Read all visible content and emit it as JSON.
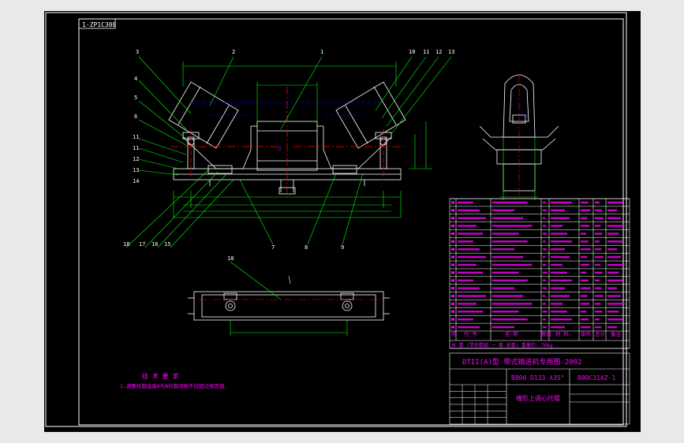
{
  "drawing_number_tag": "1-ZP1C308",
  "callouts": {
    "top": [
      "3",
      "2",
      "1",
      "10",
      "11",
      "12",
      "13"
    ],
    "left": [
      "4",
      "5",
      "6",
      "11",
      "11",
      "12",
      "13",
      "14"
    ],
    "bottom_left": [
      "18",
      "17",
      "16",
      "15"
    ],
    "bottom": [
      "7",
      "8",
      "9"
    ],
    "plan_view": "18"
  },
  "tech_req": {
    "title": "技 术 要 求",
    "line": "1.调整托辊底座A与B托辊间隙不应超过规定值."
  },
  "title_block": {
    "series": "DTII(A)型 带式输送机专用图-2002",
    "spec": "B800 D133 λ35°",
    "code": "800C314Z-1",
    "name": "槽形上调心托辊",
    "header_labels": [
      "序",
      "代 号",
      "名 称",
      "数量",
      "材 料",
      "单件",
      "总计",
      "备注"
    ],
    "summary": "总 重  (带托辊组   一 套 总重)  重量约: 76kg"
  },
  "colors": {
    "frame": "#ffffff",
    "outline": "#ffffff",
    "dimension": "#00ff00",
    "leader": "#00ff00",
    "hidden": "#0000ff",
    "center": "#ff0000",
    "text": "#ff00ff",
    "annotation": "#ffff00",
    "background": "#000000"
  }
}
